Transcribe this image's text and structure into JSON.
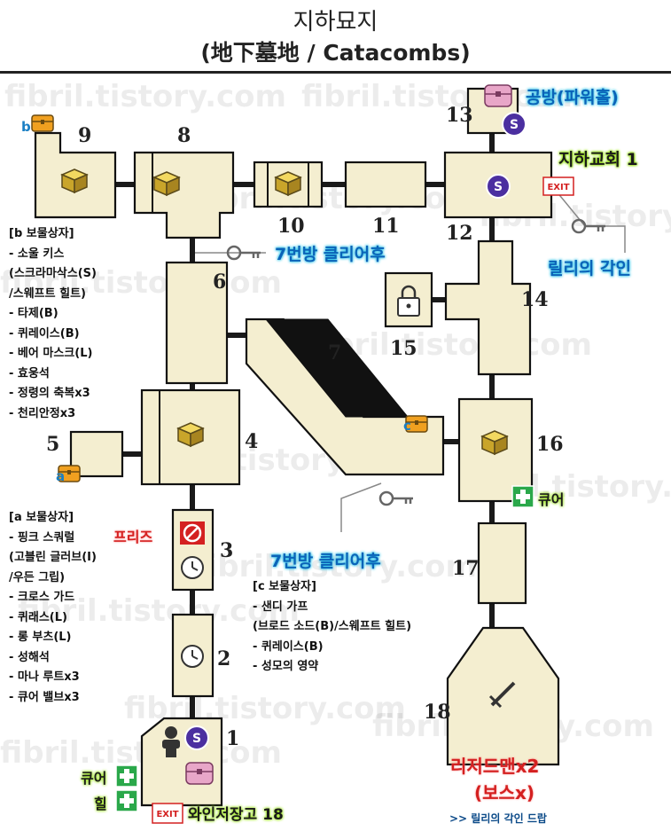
{
  "header": {
    "title": "지하묘지",
    "subtitle": "(地下墓地 / Catacombs)"
  },
  "watermark": "fibril.tistory.com",
  "rooms": [
    "1",
    "2",
    "3",
    "4",
    "5",
    "6",
    "7",
    "8",
    "9",
    "10",
    "11",
    "12",
    "13",
    "14",
    "15",
    "16",
    "17",
    "18"
  ],
  "chest_letters": {
    "a": "a",
    "b": "b",
    "c": "c"
  },
  "labels": {
    "power_room": "공방(파워홀)",
    "underground_church": "지하교회 1",
    "lily_seal": "릴리의 각인",
    "after_room7_top": "7번방 클리어후",
    "after_room7_bottom": "7번방 클리어후",
    "freeze": "프리즈",
    "cure_room16": "큐어",
    "cure_room1": "큐어",
    "heal_room1": "힐",
    "wine_cellar": "와인저장고 18",
    "boss": "리저드맨x2",
    "boss_note": "(보스x)",
    "lily_drop": ">> 릴리의 각인 드랍",
    "exit_top": "EXIT",
    "exit_bottom": "EXIT",
    "coin_symbol": "S"
  },
  "chest_b": {
    "header": "[b 보물상자]",
    "items": [
      "- 소울 키스",
      "(스크라마삭스(S)",
      "/스웨프트 힐트)",
      "- 타제(B)",
      "- 퀴레이스(B)",
      "- 베어 마스크(L)",
      "- 효웅석",
      "- 정령의 축복x3",
      "- 천리안정x3"
    ]
  },
  "chest_a": {
    "header": "[a 보물상자]",
    "items": [
      "- 핑크 스쿼럴",
      "(고블린 글러브(I)",
      "/우든 그립)",
      "- 크로스 가드",
      "- 퀴래스(L)",
      "- 롱 부츠(L)",
      "- 성해석",
      "- 마나 루트x3",
      "- 큐어 밸브x3"
    ]
  },
  "chest_c": {
    "header": "[c 보물상자]",
    "items": [
      "- 샌디 가프",
      "(브로드 소드(B)/스웨프트 힐트)",
      "- 퀴레이스(B)",
      "- 성모의 영약"
    ]
  },
  "colors": {
    "room_fill": "#f4eed0",
    "label_blue": "#0b63b8",
    "label_red": "#d42020",
    "label_green_glow": "#9be21a",
    "label_cyan_glow": "#2cc4e8",
    "coin": "#4b2fa0",
    "chest": "#f0a020",
    "pink_chest": "#e8a6c8",
    "cure_icon": "#2aa84a"
  },
  "icons": [
    "treasure-chest-icon",
    "crate-icon",
    "coin-icon",
    "key-icon",
    "padlock-icon",
    "clock-icon",
    "no-entry-icon",
    "sword-icon",
    "person-icon",
    "exit-sign-icon",
    "cure-cross-icon"
  ]
}
